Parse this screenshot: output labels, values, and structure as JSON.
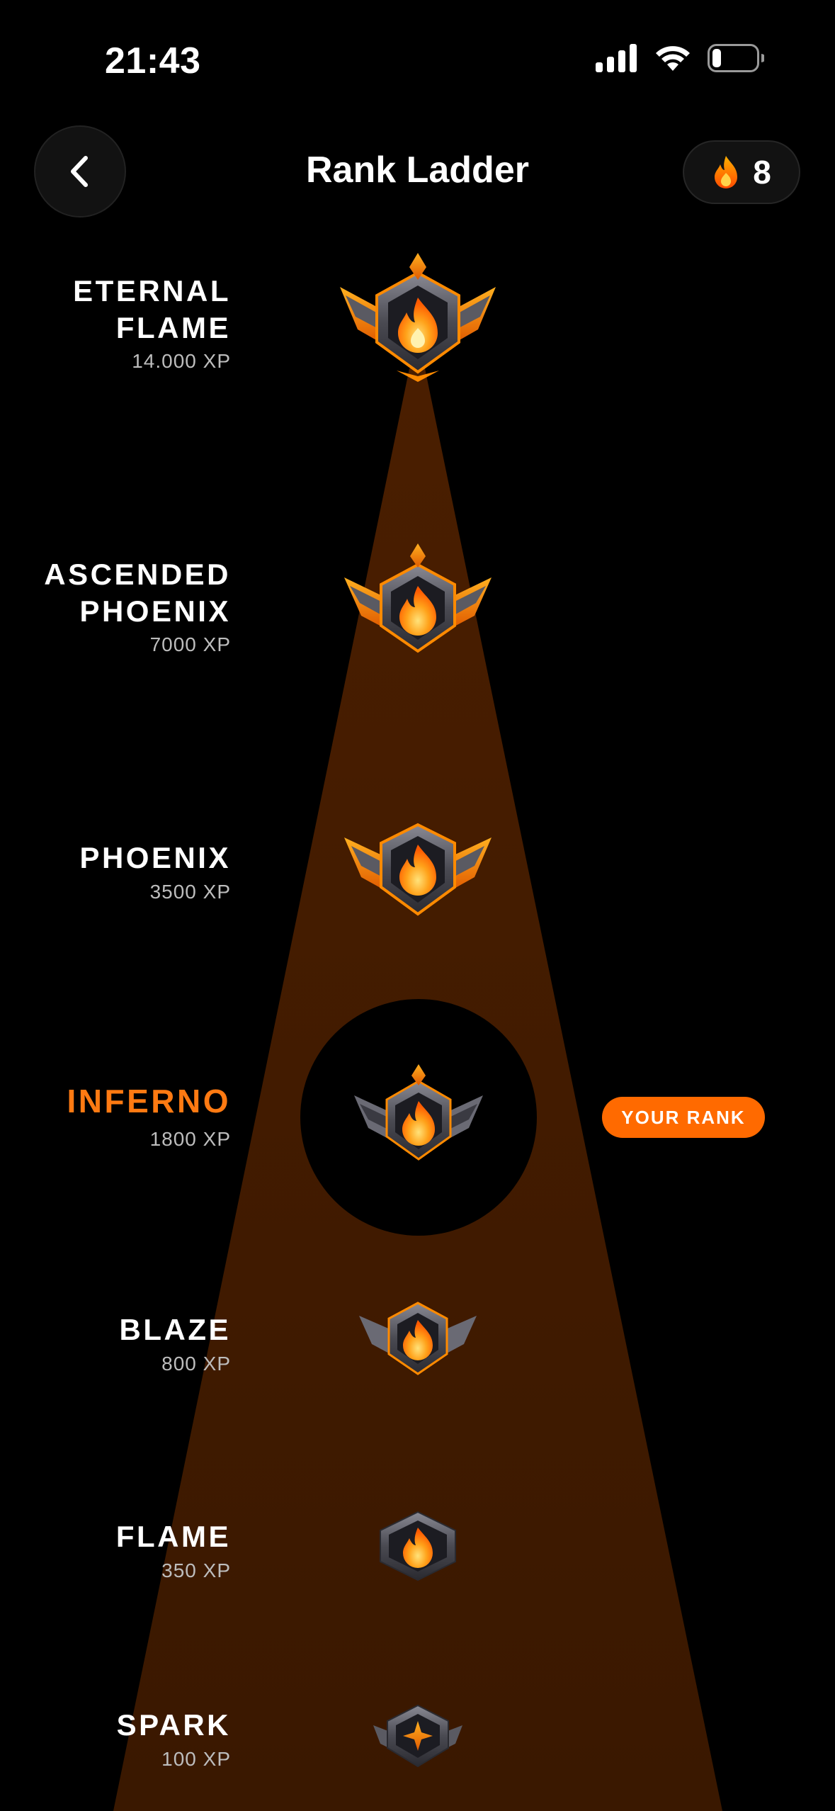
{
  "status_bar": {
    "time": "21:43",
    "icons": [
      "signal-icon",
      "wifi-icon",
      "battery-icon"
    ]
  },
  "header": {
    "title": "Rank Ladder",
    "back_icon": "chevron-left-icon",
    "streak_icon": "flame-icon",
    "streak_count": "8"
  },
  "current_rank_label": "YOUR RANK",
  "colors": {
    "accent": "#ff6a00",
    "beam": "#3f1a00",
    "background": "#000000"
  },
  "ranks": [
    {
      "name": "ETERNAL\nFLAME",
      "xp": "14.000 XP"
    },
    {
      "name": "ASCENDED\nPHOENIX",
      "xp": "7000 XP"
    },
    {
      "name": "PHOENIX",
      "xp": "3500 XP"
    },
    {
      "name": "INFERNO",
      "xp": "1800 XP",
      "current": true
    },
    {
      "name": "BLAZE",
      "xp": "800 XP"
    },
    {
      "name": "FLAME",
      "xp": "350 XP"
    },
    {
      "name": "SPARK",
      "xp": "100 XP"
    }
  ]
}
